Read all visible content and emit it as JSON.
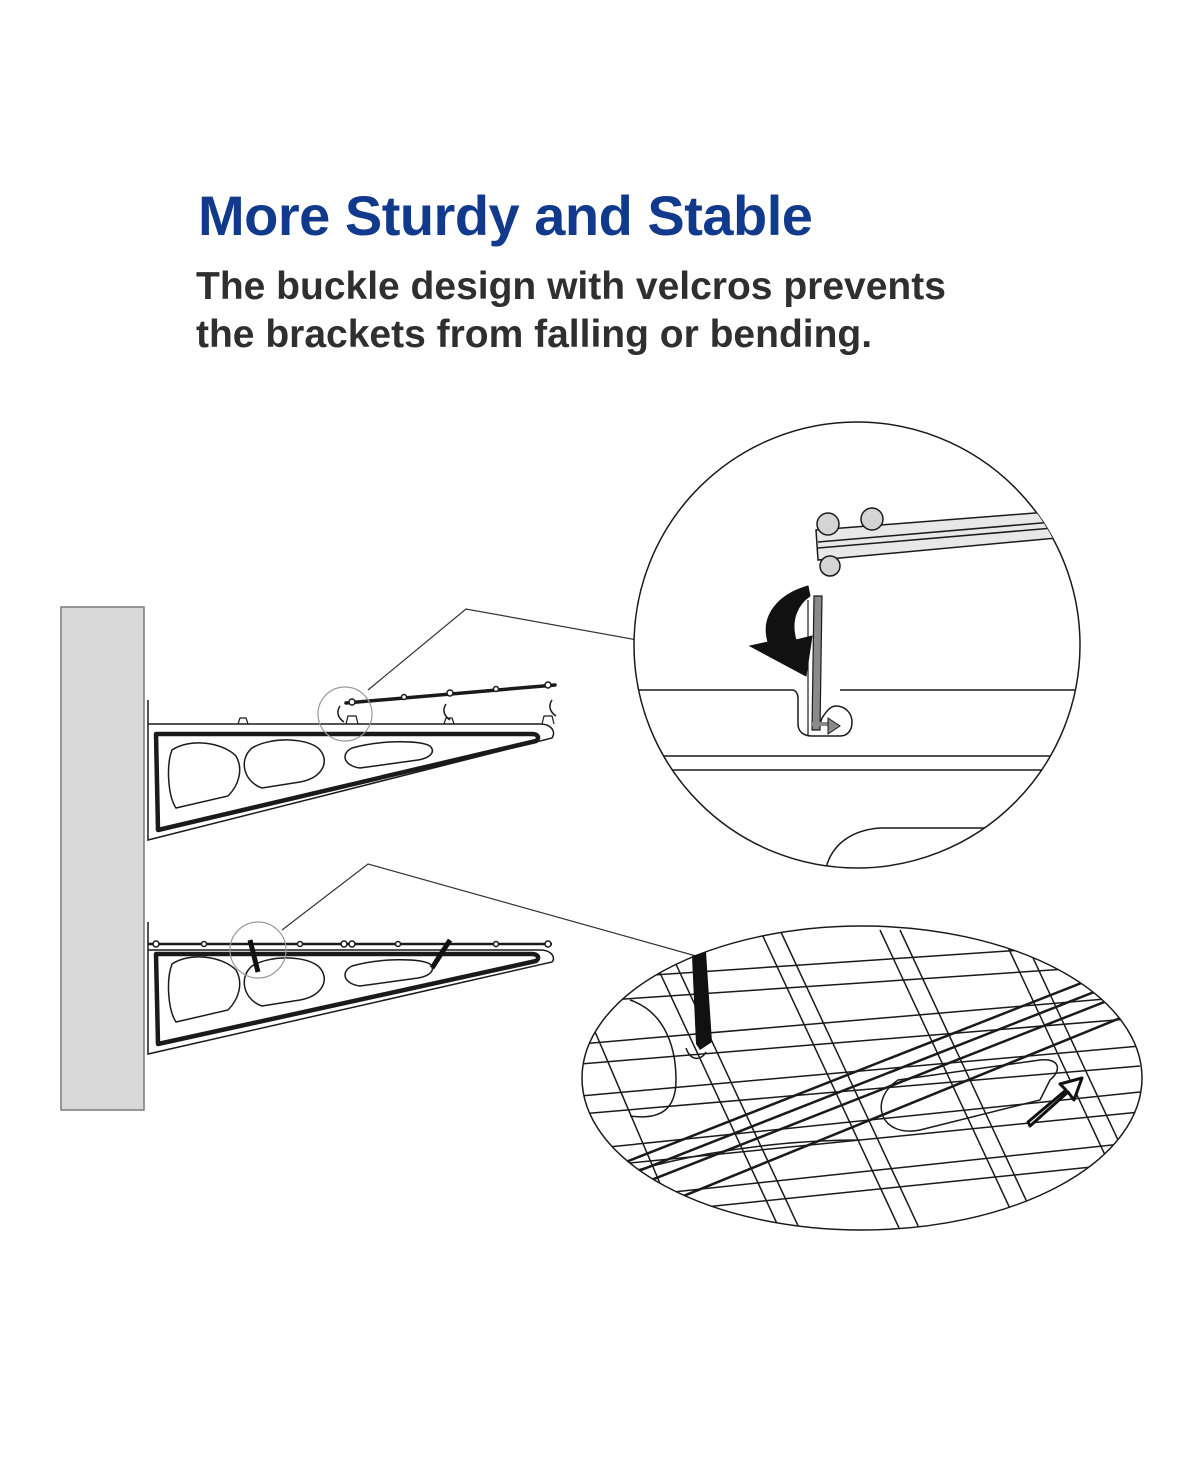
{
  "header": {
    "title": "More Sturdy and Stable",
    "description_lines": [
      "The buckle design with velcros prevents",
      "the brackets from falling or bending."
    ]
  },
  "colors": {
    "title": "#123a8c",
    "text": "#2f2f2f",
    "wall": "#d9d9d9",
    "line": "#1a1a1a",
    "velcro": "#111111"
  },
  "icons": [
    "curved-arrow-icon",
    "straight-arrow-icon",
    "down-arrow-icon"
  ]
}
